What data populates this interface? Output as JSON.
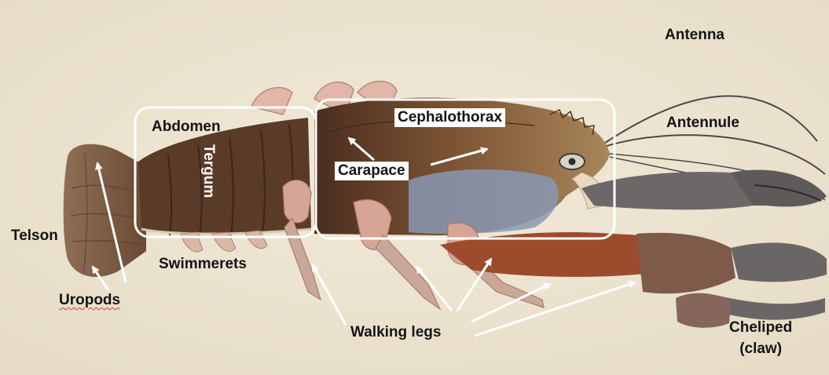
{
  "labels": {
    "antenna": "Antenna",
    "antennule": "Antennule",
    "abdomen": "Abdomen",
    "cephalothorax": "Cephalothorax",
    "tergum": "Tergum",
    "carapace": "Carapace",
    "telson": "Telson",
    "swimmerets": "Swimmerets",
    "uropods": "Uropods",
    "walking_legs": "Walking legs",
    "cheliped": "Cheliped\n(claw)"
  },
  "colors": {
    "paper": "#ece3d0",
    "tail": "#8a6a4f",
    "abdomen": "#5e3e2b",
    "carapace": "#7a4e33",
    "underside": "#8797b3",
    "claw": "#9a4a2c",
    "leg": "#d6a596",
    "label_text": "#141414",
    "annotation": "#ffffff"
  }
}
